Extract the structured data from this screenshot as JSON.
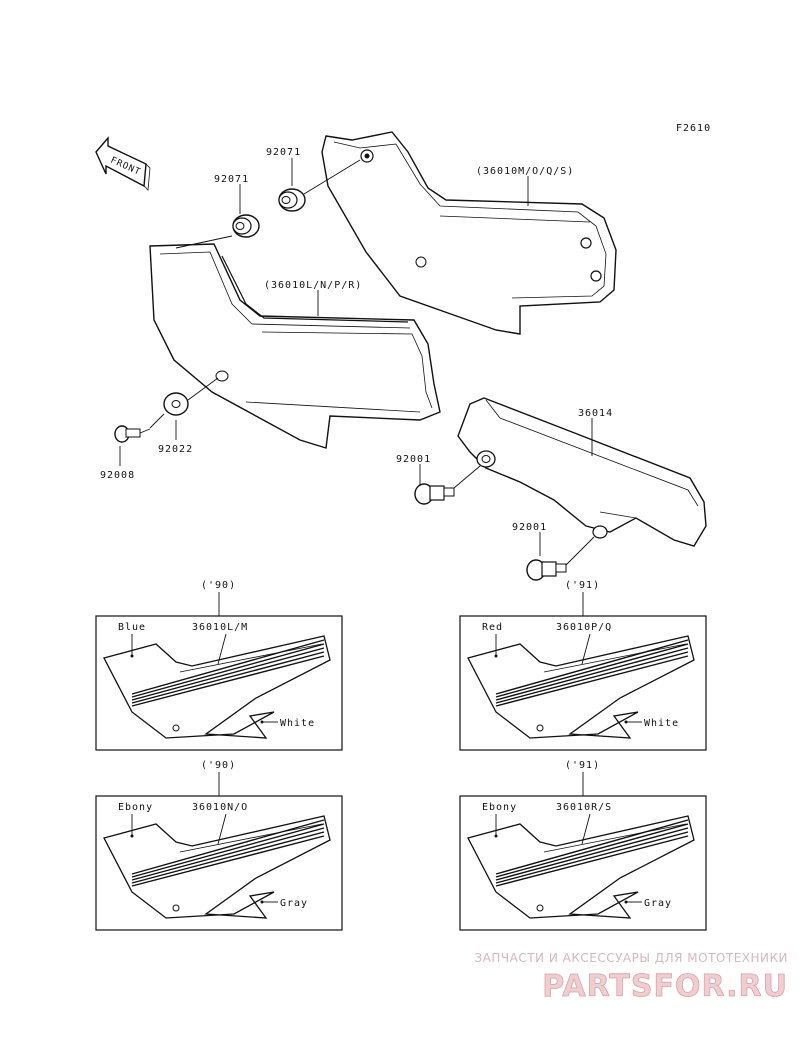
{
  "figure_code": "F2610",
  "front_label": "FRONT",
  "parts": {
    "cover_right_group": "(36010M/O/Q/S)",
    "cover_left_group": "(36010L/N/P/R)",
    "chain_cover": "36014",
    "grommet_a": "92071",
    "grommet_b": "92071",
    "washer": "92022",
    "bolt_left": "92008",
    "bolt_chain_a": "92001",
    "bolt_chain_b": "92001"
  },
  "variants": [
    {
      "year": "('90)",
      "color": "Blue",
      "part": "36010L/M",
      "stripe": "White"
    },
    {
      "year": "('91)",
      "color": "Red",
      "part": "36010P/Q",
      "stripe": "White"
    },
    {
      "year": "('90)",
      "color": "Ebony",
      "part": "36010N/O",
      "stripe": "Gray"
    },
    {
      "year": "('91)",
      "color": "Ebony",
      "part": "36010R/S",
      "stripe": "Gray"
    }
  ],
  "watermark": {
    "tagline": "ЗАПЧАСТИ И АКСЕССУАРЫ ДЛЯ МОТОТЕХНИКИ",
    "logo": "PARTSFOR.RU"
  }
}
